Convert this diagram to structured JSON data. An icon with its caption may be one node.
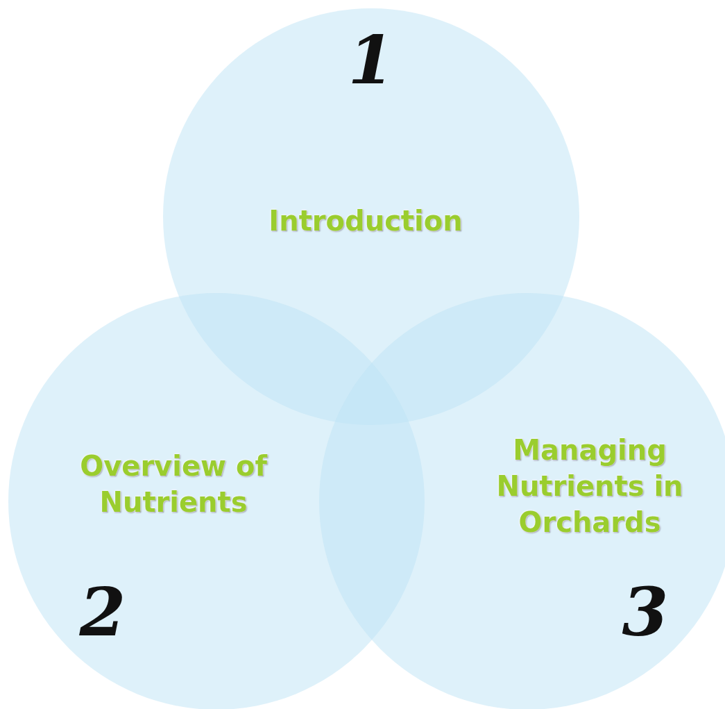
{
  "diagram": {
    "nodes": [
      {
        "text": [
          "1",
          "Introduction"
        ]
      },
      {
        "text": [
          "Overview of Nutrients",
          "2"
        ]
      },
      {
        "text": [
          "Managing Nutrients in Orchards",
          "3"
        ]
      }
    ]
  }
}
